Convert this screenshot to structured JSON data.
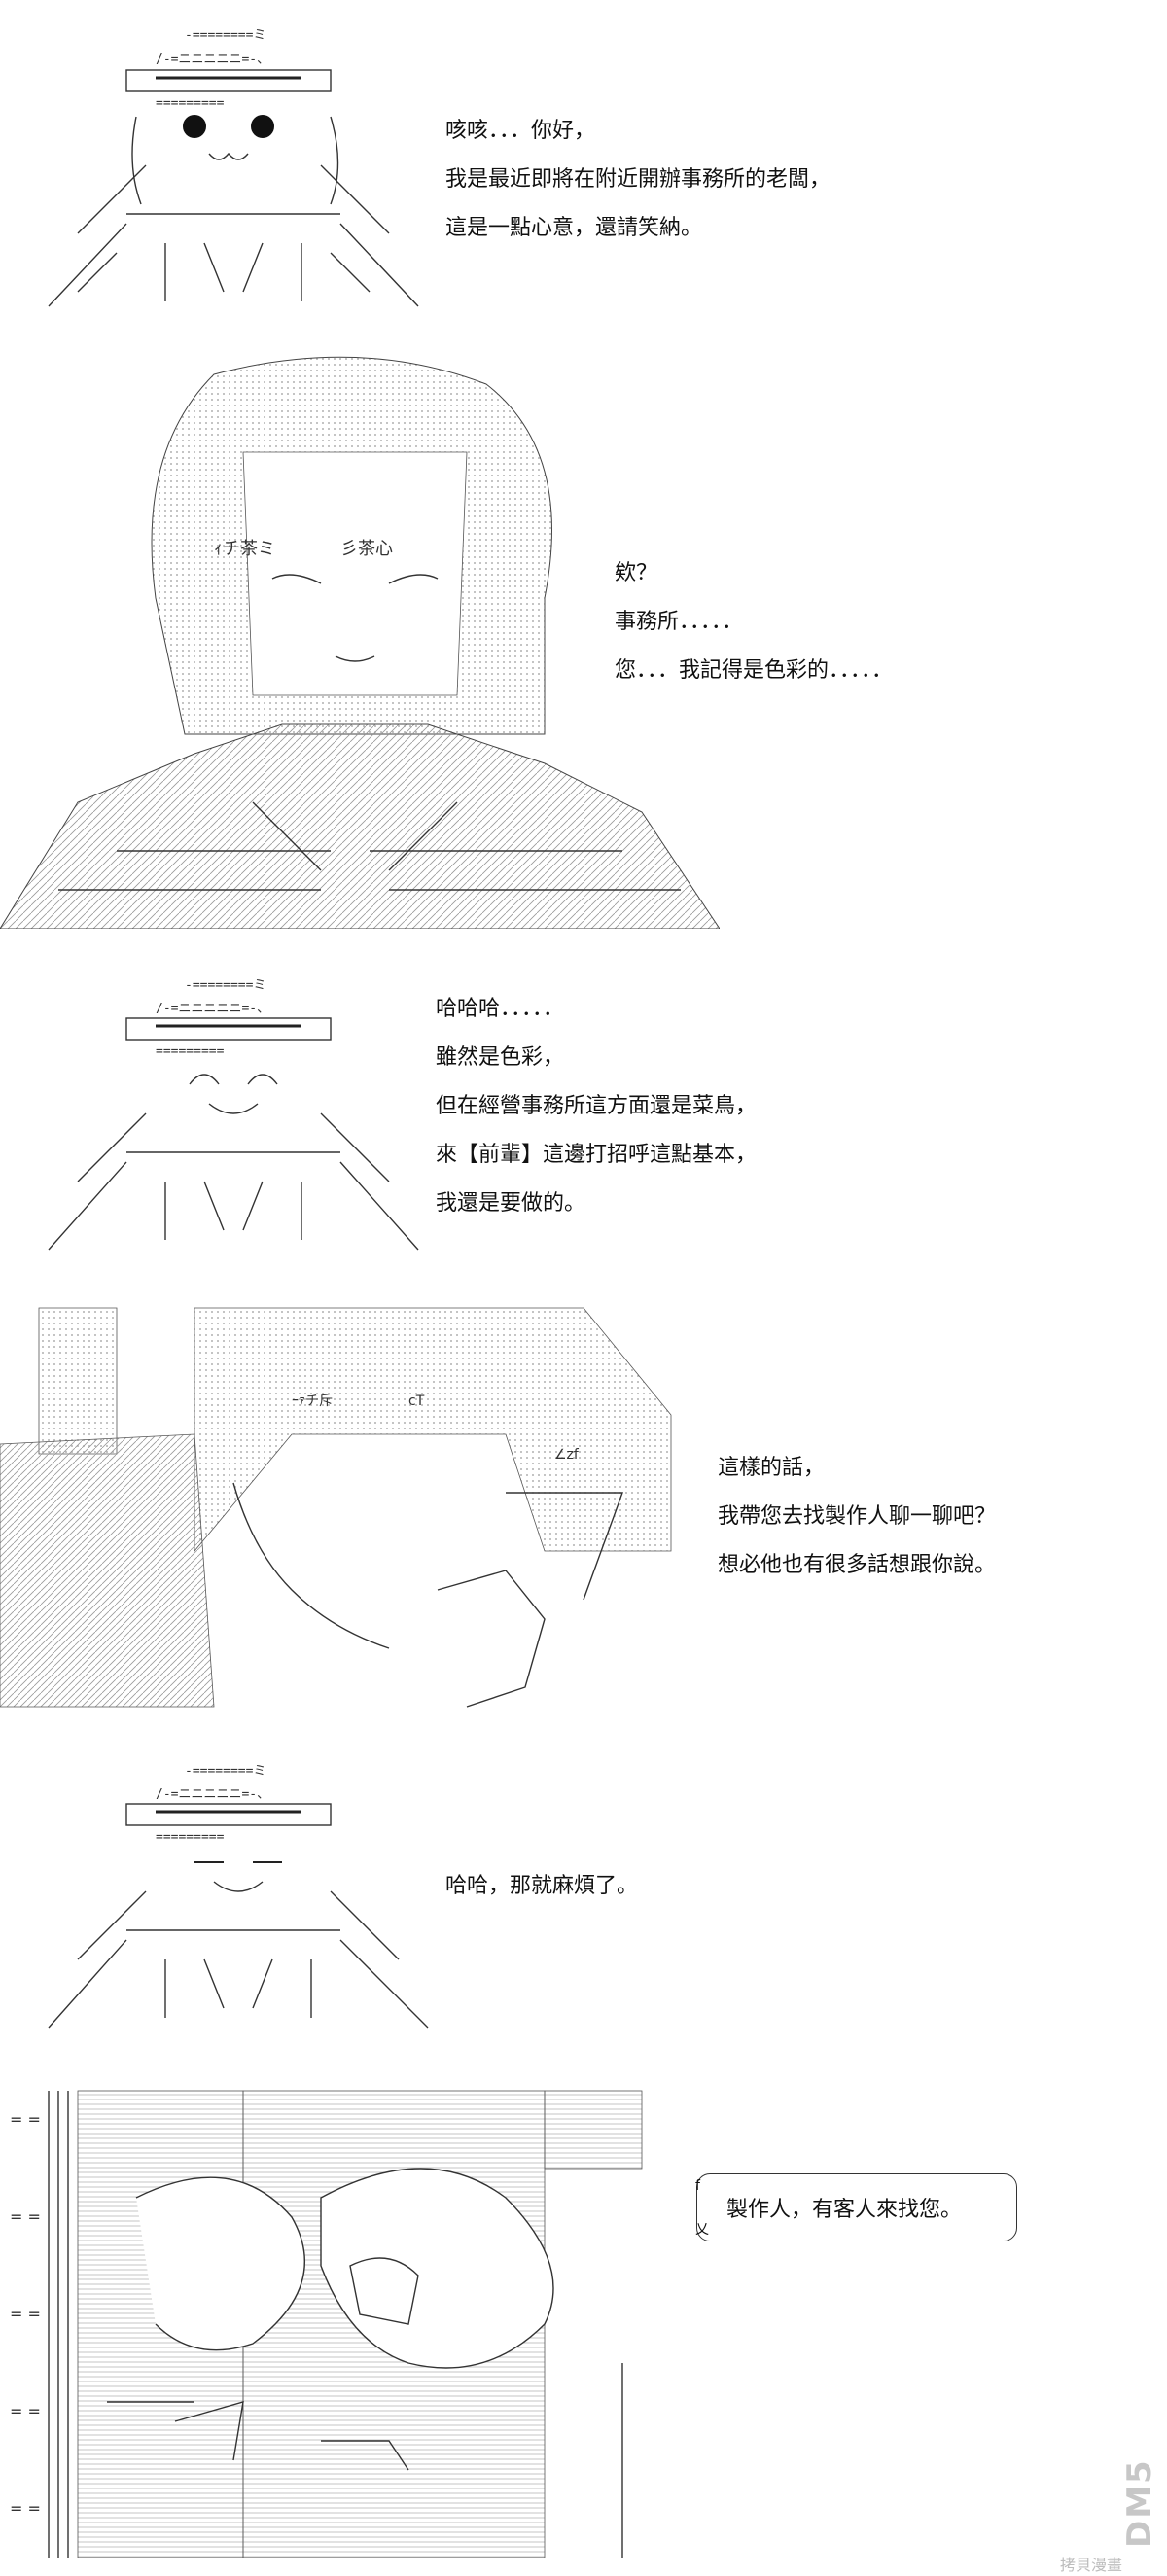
{
  "panels": [
    {
      "id": "panel1",
      "lines": [
        "咳咳．．．你好，",
        "我是最近即將在附近開辦事務所的老闆，",
        "這是一點心意，還請笑納。"
      ]
    },
    {
      "id": "panel2",
      "lines": [
        "欸？",
        "事務所．．．．．",
        "您．．．我記得是色彩的．．．．．"
      ]
    },
    {
      "id": "panel3",
      "lines": [
        "哈哈哈．．．．．",
        "雖然是色彩，",
        "但在經營事務所這方面還是菜鳥，",
        "來【前輩】這邊打招呼這點基本，",
        "我還是要做的。"
      ]
    },
    {
      "id": "panel4",
      "lines": [
        "這樣的話，",
        "我帶您去找製作人聊一聊吧？",
        "想必他也有很多話想跟你說。"
      ]
    },
    {
      "id": "panel5",
      "lines": [
        "哈哈，那就麻煩了。"
      ]
    },
    {
      "id": "panel6",
      "lines": [
        "製作人，有客人來找您。"
      ]
    }
  ],
  "aa_text": {
    "hat_top": "-========ミ",
    "hat_mid": "/-=ニニニニニ=-、",
    "hat_brim": "=========",
    "sign_cha": "ｨチ茶ミ",
    "sign_cha2": "彡茶心",
    "stamp1": "ｰｧチ斥",
    "stamp2": "cT",
    "stamp3": "∠zf",
    "eq": "= =",
    "box_f": "f",
    "box_x": "乂"
  },
  "watermark": {
    "logo": "DM5",
    "site": "拷貝漫畫"
  }
}
